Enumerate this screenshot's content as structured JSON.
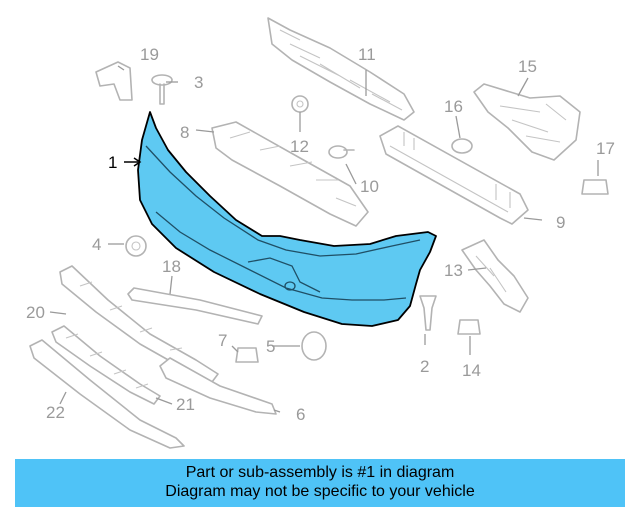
{
  "diagram": {
    "highlight_color": "#5ec9f2",
    "part_color": "#b3b3b3",
    "callouts": [
      {
        "number": "1",
        "highlight": true
      },
      {
        "number": "2"
      },
      {
        "number": "3"
      },
      {
        "number": "4"
      },
      {
        "number": "5"
      },
      {
        "number": "6"
      },
      {
        "number": "7"
      },
      {
        "number": "8"
      },
      {
        "number": "9"
      },
      {
        "number": "10"
      },
      {
        "number": "11"
      },
      {
        "number": "12"
      },
      {
        "number": "13"
      },
      {
        "number": "14"
      },
      {
        "number": "15"
      },
      {
        "number": "16"
      },
      {
        "number": "17"
      },
      {
        "number": "18"
      },
      {
        "number": "19"
      },
      {
        "number": "20"
      },
      {
        "number": "21"
      },
      {
        "number": "22"
      }
    ]
  },
  "banner": {
    "background": "#4fc3f7",
    "line1": "Part or sub-assembly is #1 in diagram",
    "line2": "Diagram may not be specific to your vehicle"
  }
}
